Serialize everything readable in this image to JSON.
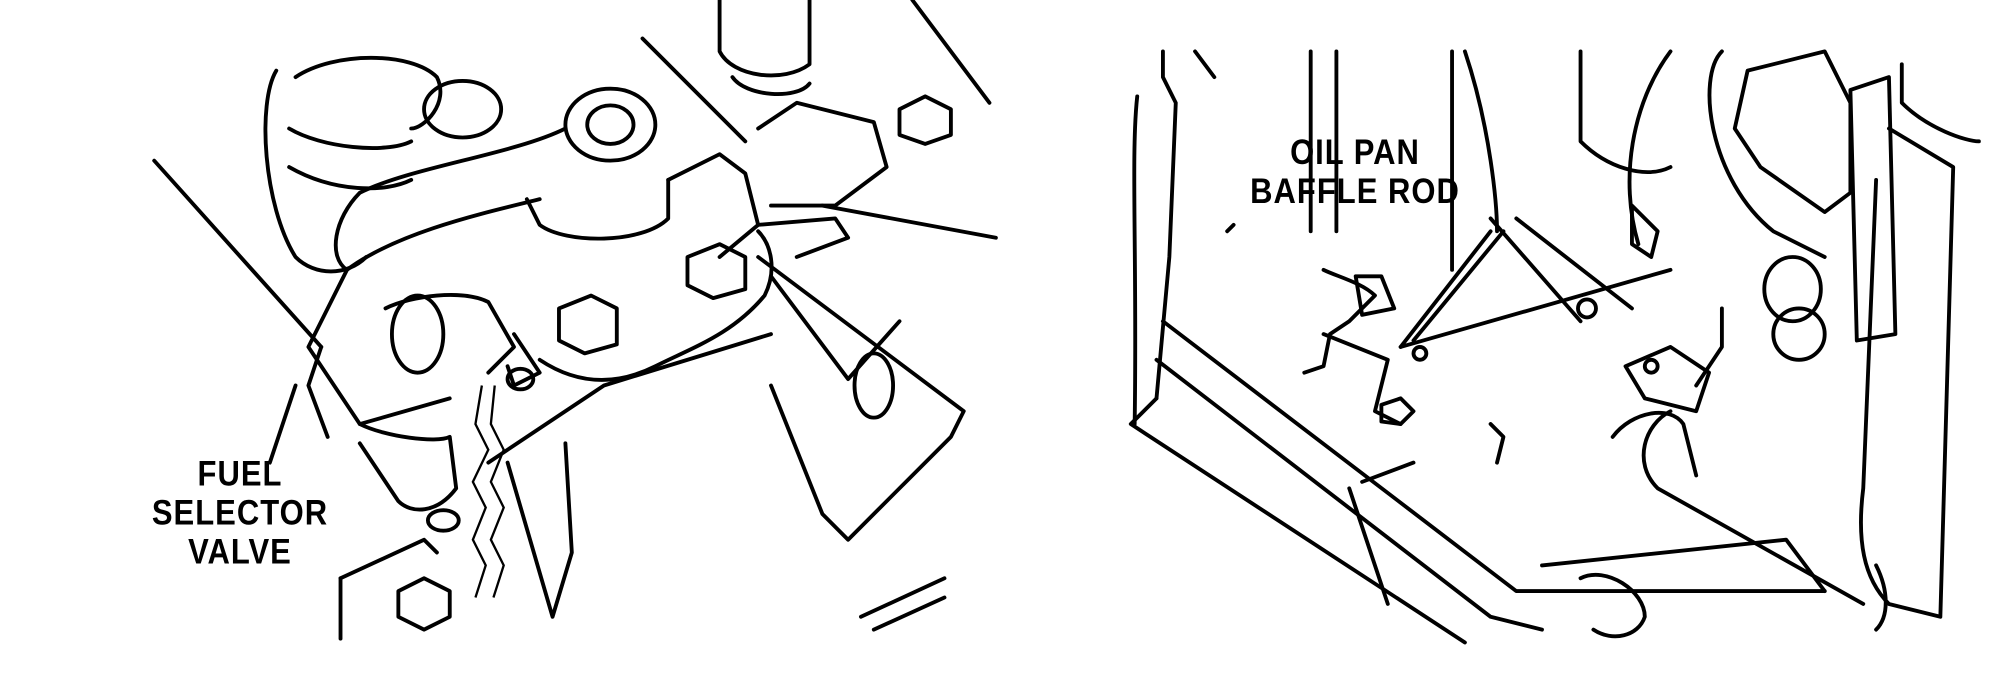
{
  "figure": {
    "left_panel": {
      "callout": [
        "FUEL",
        "SELECTOR",
        "VALVE"
      ]
    },
    "right_panel": {
      "callout": [
        "OIL PAN",
        "BAFFLE ROD"
      ]
    }
  }
}
